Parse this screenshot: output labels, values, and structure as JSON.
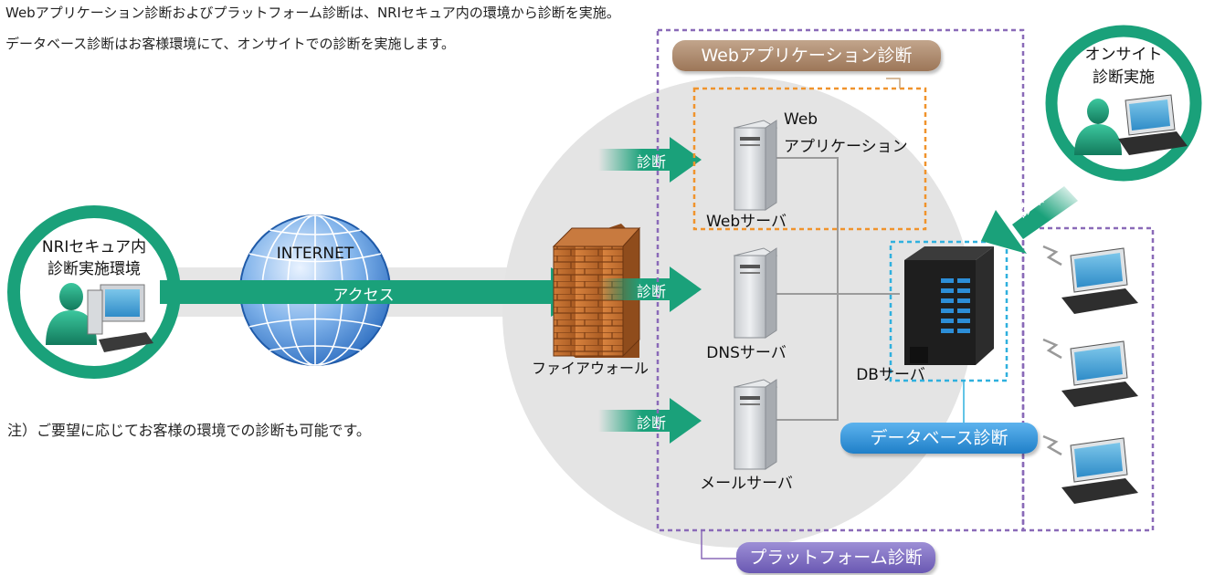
{
  "intro": {
    "line1": "Webアプリケーション診断およびプラットフォーム診断は、NRIセキュア内の環境から診断を実施。",
    "line2": "データベース診断はお客様環境にて、オンサイトでの診断を実施します。"
  },
  "note": "注）ご要望に応じてお客様の環境での診断も可能です。",
  "nri": {
    "line1": "NRIセキュア内",
    "line2": "診断実施環境"
  },
  "internet": "INTERNET",
  "access": "アクセス",
  "firewall": "ファイアウォール",
  "diagnosis_label": "診断",
  "web_app": {
    "line1": "Web",
    "line2": "アプリケーション"
  },
  "servers": {
    "web": "Webサーバ",
    "dns": "DNSサーバ",
    "mail": "メールサーバ",
    "db": "DBサーバ"
  },
  "onsite": {
    "line1": "オンサイト",
    "line2": "診断実施"
  },
  "pills": {
    "web_app_diag": "Webアプリケーション診断",
    "db_diag": "データベース診断",
    "platform_diag": "プラットフォーム診断"
  },
  "colors": {
    "green": "#1aa17a",
    "orange_dash": "#f0932c",
    "purple_dash": "#8a6ab8",
    "cyan_dash": "#2fb0de",
    "brown_pill": "#a37d63",
    "blue_pill": "#2a8fd6",
    "purple_pill": "#7d6bc0"
  }
}
